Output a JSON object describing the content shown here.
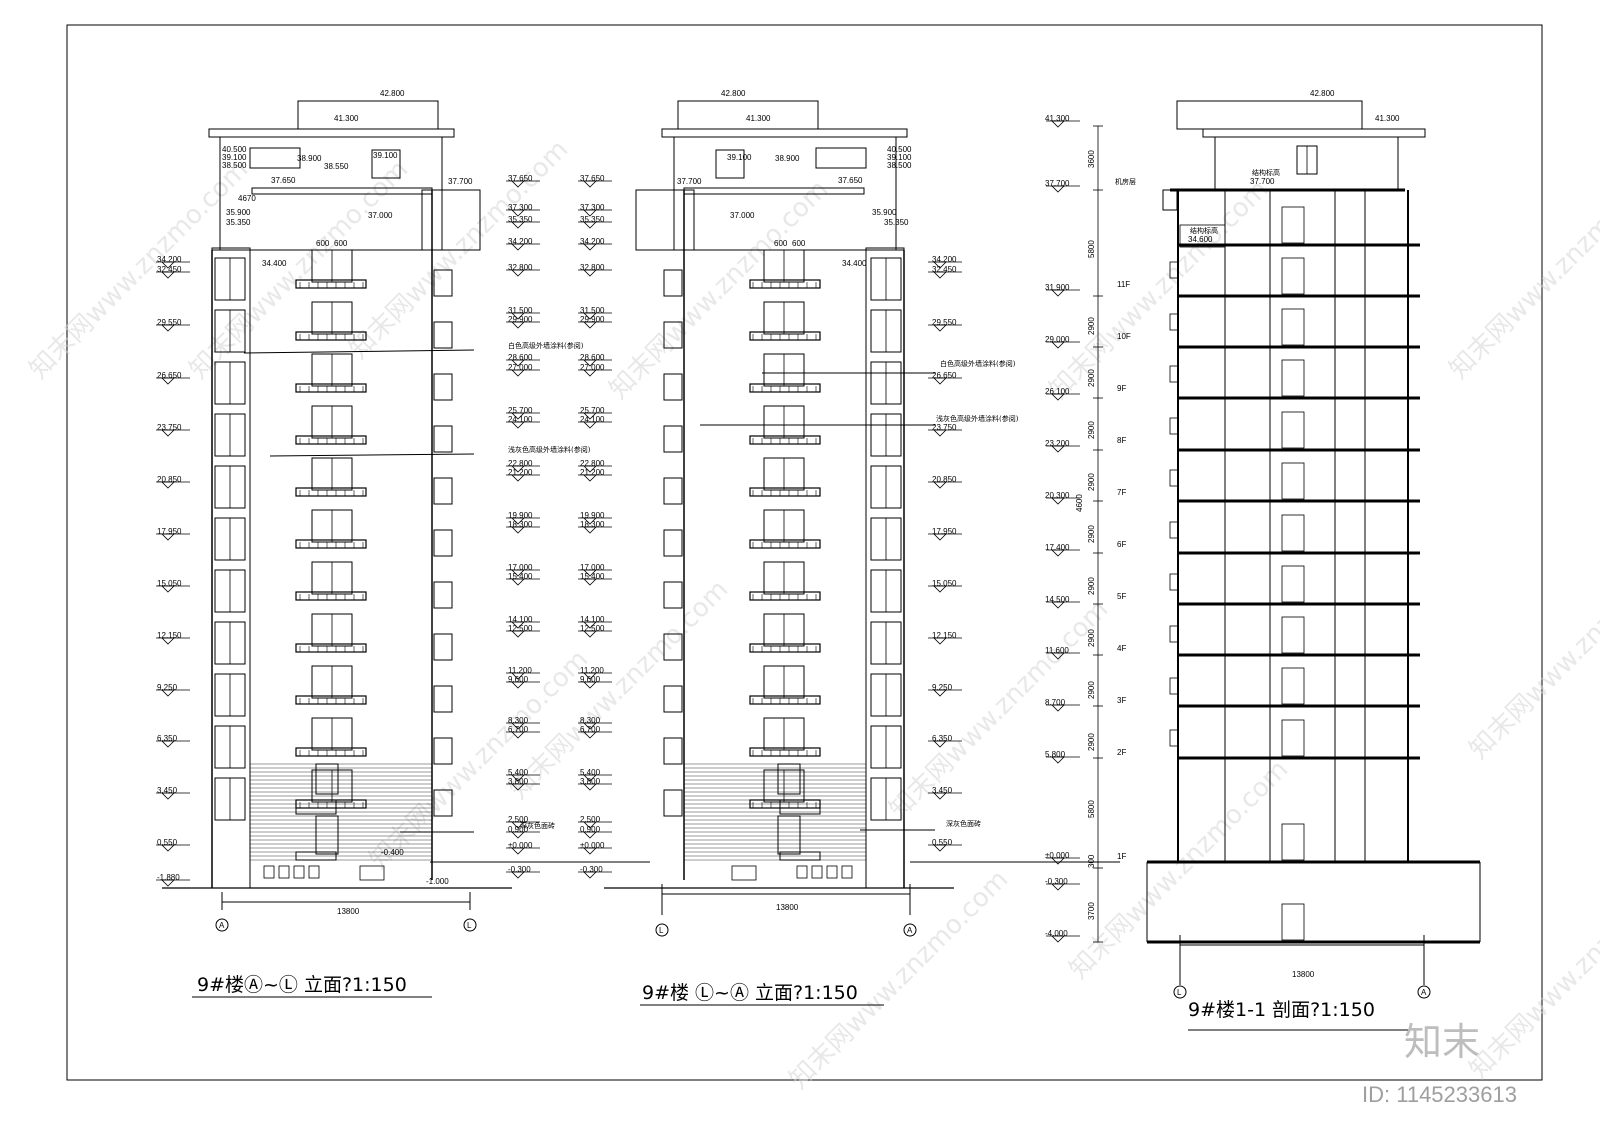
{
  "titles": {
    "elev1": "9#楼Ⓐ~Ⓛ 立面?1:150",
    "elev2": "9#楼 Ⓛ~Ⓐ 立面?1:150",
    "section": "9#楼1-1 剖面?1:150"
  },
  "dims": {
    "width_total": "13800",
    "h_3700": "3700",
    "h_300": "300",
    "h_5800": "5800",
    "h_2900": "2900",
    "h_3600": "3600",
    "h_4600": "4600"
  },
  "axes": {
    "a": "A",
    "l": "L"
  },
  "top_levels": {
    "roof": "42.800",
    "parapet": "41.300",
    "l40500": "40.500",
    "l39100": "39.100",
    "l38500": "38.500",
    "l38900": "38.900",
    "l38550": "38.550",
    "l37700": "37.700",
    "l37650": "37.650",
    "l37000": "37.000",
    "l35900": "35.900",
    "l35350": "35.350",
    "l34400": "34.400",
    "d4670": "4670",
    "d600": "600"
  },
  "elev_left_levels": [
    "34.200",
    "32.450",
    "29.550",
    "26.650",
    "23.750",
    "20.850",
    "17.950",
    "15.050",
    "12.150",
    "9.250",
    "6.350",
    "3.450",
    "0.550",
    "-1.880"
  ],
  "elev_mid_levels": [
    "37.650",
    "37.300",
    "35.350",
    "34.200",
    "32.800",
    "31.500",
    "29.900",
    "28.600",
    "27.000",
    "25.700",
    "24.100",
    "22.800",
    "21.200",
    "19.900",
    "18.300",
    "17.000",
    "15.400",
    "14.100",
    "12.500",
    "11.200",
    "9.600",
    "8.300",
    "6.700",
    "5.400",
    "3.800",
    "2.500",
    "0.900",
    "±0.000",
    "-0.300"
  ],
  "ground_levels": {
    "g0400": "-0.400",
    "g1000": "-1.000"
  },
  "section_levels": [
    "41.300",
    "37.700",
    "31.900",
    "29.000",
    "26.100",
    "23.200",
    "20.300",
    "17.400",
    "14.500",
    "11.600",
    "8.700",
    "5.800",
    "±0.000",
    "-0.300",
    "-4.000"
  ],
  "floors": [
    "11F",
    "10F",
    "9F",
    "8F",
    "7F",
    "6F",
    "5F",
    "4F",
    "3F",
    "2F",
    "1F"
  ],
  "material_notes": {
    "white": "白色高级外墙涂料(参阅)",
    "gray": "浅灰色高级外墙涂料(参阅)",
    "tile": "深灰色面砖"
  },
  "section_notes": {
    "roof_mark": "结构标高",
    "room_label": "机房层",
    "mark_37700": "37.700",
    "mark_34600": "34.600"
  },
  "watermark": "知末网www.znzmo.com",
  "brand": {
    "logo": "知末",
    "id": "ID: 1145233613"
  }
}
